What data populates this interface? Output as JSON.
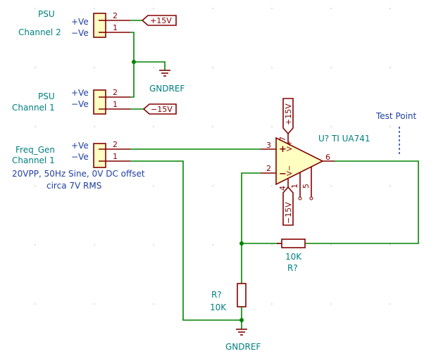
{
  "psu_ch2": {
    "name": "PSU",
    "channel": "Channel 2",
    "pos_label": "+Ve",
    "neg_label": "−Ve",
    "pin_pos": "2",
    "pin_neg": "1"
  },
  "psu_ch1": {
    "name": "PSU",
    "channel": "Channel 1",
    "pos_label": "+Ve",
    "neg_label": "−Ve",
    "pin_pos": "2",
    "pin_neg": "1"
  },
  "freq_gen": {
    "name": "Freq_Gen",
    "channel": "Channel 1",
    "pos_label": "+Ve",
    "neg_label": "−Ve",
    "pin_pos": "2",
    "pin_neg": "1",
    "note_line1": "20VPP, 50Hz Sine, 0V DC offset",
    "note_line2": "circa 7V RMS"
  },
  "power_labels": {
    "pos15_top": "+15V",
    "neg15_mid": "−15V",
    "pos15_opamp": "+15V",
    "neg15_opamp": "−15V"
  },
  "grounds": {
    "top": "GNDREF",
    "bottom": "GNDREF"
  },
  "opamp": {
    "ref": "U? TI UA741",
    "pin_in_pos": "3",
    "pin_in_neg": "2",
    "pin_out": "6",
    "pin_vpos": "7",
    "pin_vneg": "4",
    "pin_null1": "1",
    "pin_null5": "5",
    "sym_plus": "+",
    "sym_minus": "−",
    "vplus": "V+",
    "vminus": "V−"
  },
  "resistor_feedback": {
    "value": "10K",
    "ref": "R?"
  },
  "resistor_ground": {
    "ref": "R?",
    "value": "10K"
  },
  "test_point": {
    "label": "Test Point"
  }
}
